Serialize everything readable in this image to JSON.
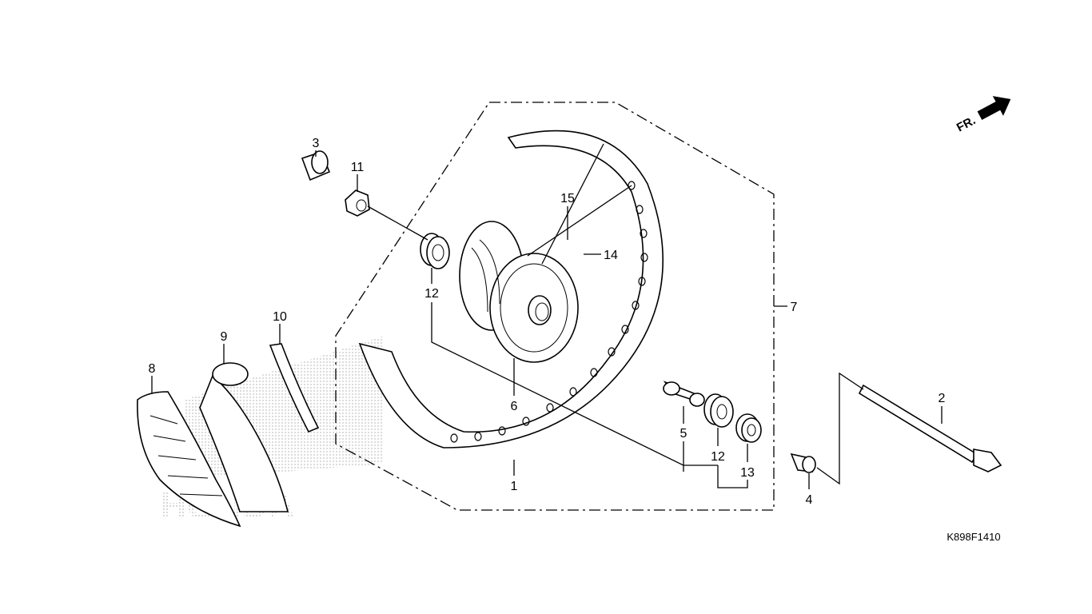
{
  "diagram": {
    "code": "K898F1410",
    "direction_label": "FR.",
    "watermark": "HONDA",
    "callouts": {
      "c1": "1",
      "c2": "2",
      "c3": "3",
      "c4": "4",
      "c5": "5",
      "c6": "6",
      "c7": "7",
      "c8": "8",
      "c9": "9",
      "c10": "10",
      "c11": "11",
      "c12a": "12",
      "c12b": "12",
      "c13": "13",
      "c14": "14",
      "c15": "15"
    }
  }
}
